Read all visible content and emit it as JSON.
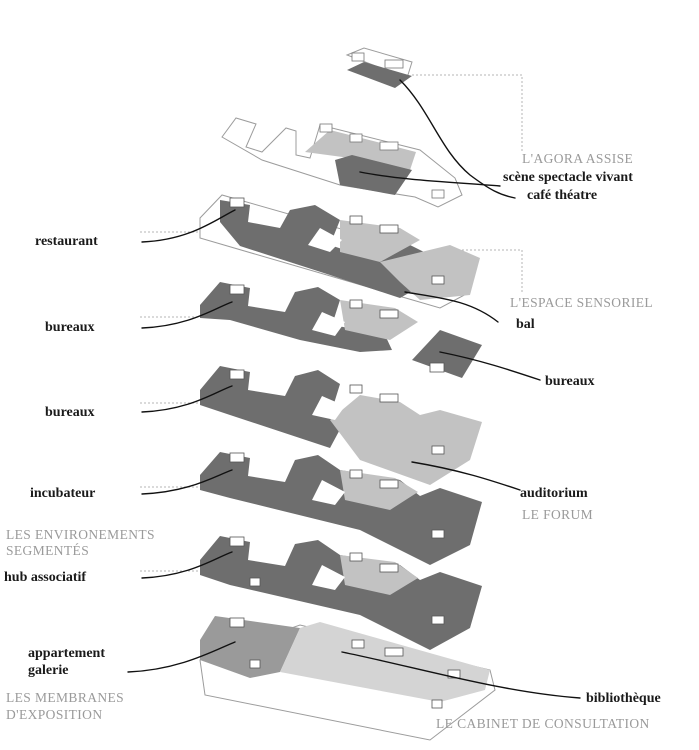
{
  "colors": {
    "dark": "#6e6e6e",
    "light": "#c2c2c2",
    "outline": "#9c9c9c",
    "leader": "#111111",
    "dotted": "#b5b5b5",
    "category": "#9a9a9a"
  },
  "categories": {
    "agora": "L'AGORA ASSISE",
    "sensoriel": "L'ESPACE SENSORIEL",
    "forum": "LE FORUM",
    "env_line1": "LES ENVIRONEMENTS",
    "env_line2": "SEGMENTÉS",
    "memb_line1": "LES MEMBRANES",
    "memb_line2": "D'EXPOSITION",
    "cabinet": "LE CABINET DE CONSULTATION"
  },
  "labels": {
    "scene": "scène spectacle vivant",
    "cafe": "café théatre",
    "restaurant": "restaurant",
    "bal": "bal",
    "bureaux_1": "bureaux",
    "bureaux_right": "bureaux",
    "bureaux_2": "bureaux",
    "incubateur": "incubateur",
    "auditorium": "auditorium",
    "hub": "hub associatif",
    "appartement": "appartement",
    "galerie": "galerie",
    "bibliotheque": "bibliothèque"
  }
}
